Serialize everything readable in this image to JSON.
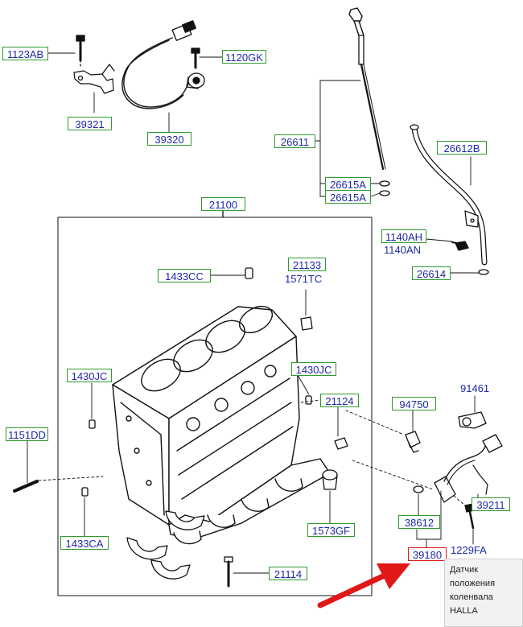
{
  "labels": {
    "p1123AB": "1123AB",
    "p1120GK": "1120GK",
    "p39321": "39321",
    "p39320": "39320",
    "p26611": "26611",
    "p26615A_1": "26615A",
    "p26615A_2": "26615A",
    "p26612B": "26612B",
    "p21100": "21100",
    "p1140AH": "1140AH",
    "p1140AN": "1140AN",
    "p1433CC": "1433CC",
    "p21133": "21133",
    "p1571TC": "1571TC",
    "p26614": "26614",
    "p1430JC_left": "1430JC",
    "p1430JC_right": "1430JC",
    "p91461": "91461",
    "p21124": "21124",
    "p94750": "94750",
    "p1151DD": "1151DD",
    "p1433CA": "1433CA",
    "p38612": "38612",
    "p39211": "39211",
    "p1573GF": "1573GF",
    "p39180": "39180",
    "p1229FA": "1229FA",
    "p21114": "21114"
  },
  "tooltip": {
    "lines": [
      "Датчик",
      "положения",
      "коленвала",
      "HALLA"
    ]
  },
  "colors": {
    "label_border": "#2f9a2f",
    "label_text": "#1e2aa8",
    "highlight": "#e01818",
    "arrow": "#e01818",
    "drawing": "#111111"
  }
}
